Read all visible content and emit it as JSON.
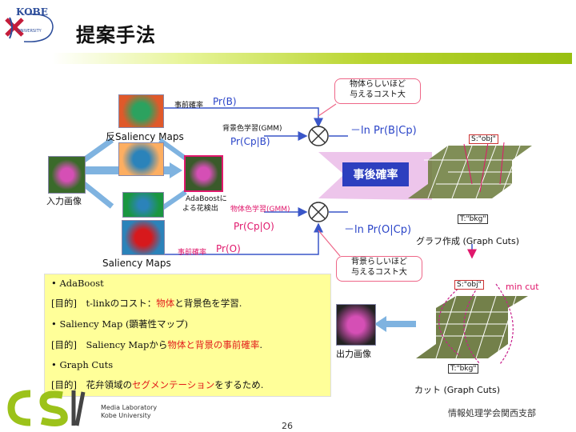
{
  "header": {
    "title": "提案手法",
    "logo_text": "KOBE",
    "logo_sub": "UNIVERSITY"
  },
  "labels": {
    "prior_b_note": "事前確率",
    "prior_b": "Pr(B)",
    "inv_saliency": "反Saliency Maps",
    "bg_learn_note": "背景色学習(GMM)",
    "pr_cp_b": "Pr(Cp|B)",
    "input_image": "入力画像",
    "adaboost_note_1": "AdaBoostに",
    "adaboost_note_2": "よる花検出",
    "obj_learn_note": "物体色学習(GMM)",
    "pr_cp_o": "Pr(Cp|O)",
    "prior_o_note": "事前確率",
    "prior_o": "Pr(O)",
    "saliency": "Saliency Maps",
    "neglog_b": "－ln Pr(B|Cp)",
    "neglog_o": "－ln Pr(O|Cp)",
    "callout_obj_1": "物体らしいほど",
    "callout_obj_2": "与えるコスト大",
    "callout_bg_1": "背景らしいほど",
    "callout_bg_2": "与えるコスト大",
    "jigo": "事後確率",
    "graph_build": "グラフ作成 (Graph Cuts)",
    "s_obj_1": "S:\"obj\"",
    "t_bkg_1": "T:\"bkg\"",
    "s_obj_2": "S:\"obj\"",
    "t_bkg_2": "T:\"bkg\"",
    "min_cut": "min cut",
    "output_image": "出力画像",
    "cut": "カット (Graph Cuts)"
  },
  "panel": {
    "l1": "• AdaBoost",
    "l2a": "[目的]　t-linkのコスト：",
    "l2b": "物体",
    "l2c": "と背景色を学習.",
    "l3": "• Saliency Map (顕著性マップ)",
    "l4a": "[目的]　Saliency Mapから",
    "l4b": "物体と背景の事前確率",
    "l4c": ".",
    "l5": "• Graph Cuts",
    "l6a": "[目的]　花弁領域の",
    "l6b": "セグメンテーション",
    "l6c": "をするため."
  },
  "footer": {
    "lab_1": "Media Laboratory",
    "lab_2": "Kobe University",
    "society": "情報処理学会関西支部",
    "page": "26"
  },
  "colors": {
    "accent_blue": "#2d3fbf",
    "accent_pink": "#e0186c",
    "panel_yellow": "#ffff99"
  }
}
